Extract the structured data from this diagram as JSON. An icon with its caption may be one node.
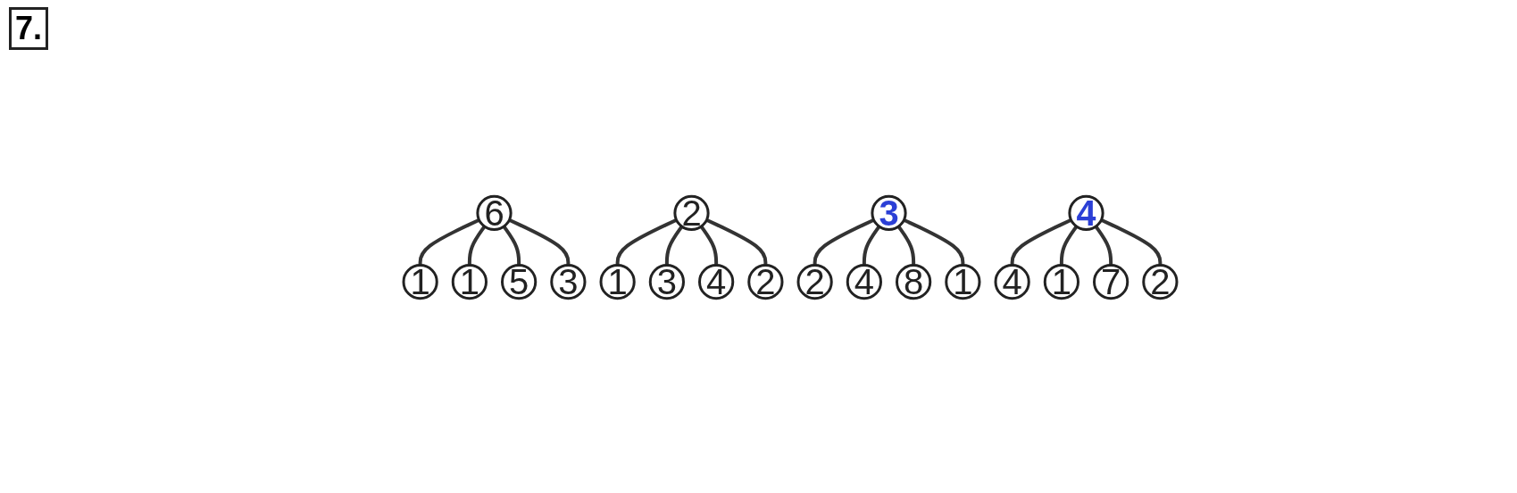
{
  "diagram": {
    "nodes": [
      {
        "text": [
          "6"
        ]
      },
      {
        "text": [
          "1"
        ]
      },
      {
        "text": [
          "1"
        ]
      },
      {
        "text": [
          "5"
        ]
      },
      {
        "text": [
          "3"
        ]
      },
      {
        "text": [
          "2"
        ]
      },
      {
        "text": [
          "1"
        ]
      },
      {
        "text": [
          "3"
        ]
      },
      {
        "text": [
          "4"
        ]
      },
      {
        "text": [
          "2"
        ]
      },
      {
        "text": [
          "3"
        ]
      },
      {
        "text": [
          "2"
        ]
      },
      {
        "text": [
          "4"
        ]
      },
      {
        "text": [
          "8"
        ]
      },
      {
        "text": [
          "1"
        ]
      },
      {
        "text": [
          "4"
        ]
      },
      {
        "text": [
          "4"
        ]
      },
      {
        "text": [
          "1"
        ]
      },
      {
        "text": [
          "7"
        ]
      },
      {
        "text": [
          "2"
        ]
      }
    ],
    "edges": [
      {
        "from": 0,
        "to": 1,
        "arrow": "none"
      },
      {
        "from": 0,
        "to": 2,
        "arrow": "none"
      },
      {
        "from": 0,
        "to": 3,
        "arrow": "none"
      },
      {
        "from": 0,
        "to": 4,
        "arrow": "none"
      },
      {
        "from": 5,
        "to": 6,
        "arrow": "none"
      },
      {
        "from": 5,
        "to": 7,
        "arrow": "none"
      },
      {
        "from": 5,
        "to": 8,
        "arrow": "none"
      },
      {
        "from": 5,
        "to": 9,
        "arrow": "none"
      },
      {
        "from": 10,
        "to": 11,
        "arrow": "none"
      },
      {
        "from": 10,
        "to": 12,
        "arrow": "none"
      },
      {
        "from": 10,
        "to": 13,
        "arrow": "none"
      },
      {
        "from": 10,
        "to": 14,
        "arrow": "none"
      },
      {
        "from": 15,
        "to": 16,
        "arrow": "none"
      },
      {
        "from": 15,
        "to": 17,
        "arrow": "none"
      },
      {
        "from": 15,
        "to": 18,
        "arrow": "none"
      },
      {
        "from": 15,
        "to": 19,
        "arrow": "none"
      }
    ],
    "labels": [
      "7."
    ]
  }
}
